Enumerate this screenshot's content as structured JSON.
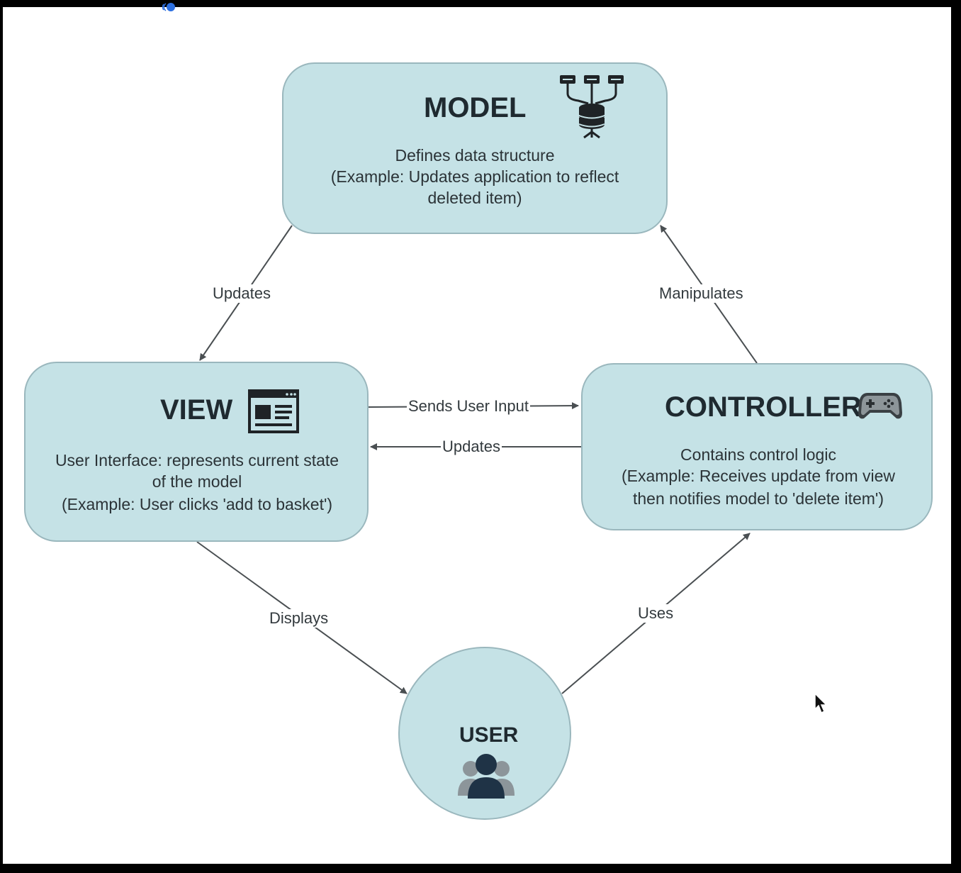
{
  "model": {
    "title": "MODEL",
    "lines": [
      "Defines data structure",
      "(Example: Updates application to reflect",
      "deleted item)"
    ],
    "icon": "database-network-icon"
  },
  "view": {
    "title": "VIEW",
    "lines": [
      "User Interface: represents current state",
      "of the model",
      "(Example: User clicks 'add to basket')"
    ],
    "icon": "browser-window-icon"
  },
  "controller": {
    "title": "CONTROLLER",
    "lines": [
      "Contains control logic",
      "(Example: Receives update from view",
      "then notifies model to 'delete item')"
    ],
    "icon": "gamepad-icon"
  },
  "user": {
    "title": "USER",
    "icon": "users-icon"
  },
  "edges": {
    "model_to_view": "Updates",
    "controller_to_model": "Manipulates",
    "view_to_controller": "Sends User Input",
    "controller_to_view": "Updates",
    "view_to_user": "Displays",
    "user_to_controller": "Uses"
  },
  "colors": {
    "node_fill": "#c5e2e6",
    "node_border": "#9ab7bd",
    "edge": "#4a4f52",
    "text": "#1f2a30"
  }
}
